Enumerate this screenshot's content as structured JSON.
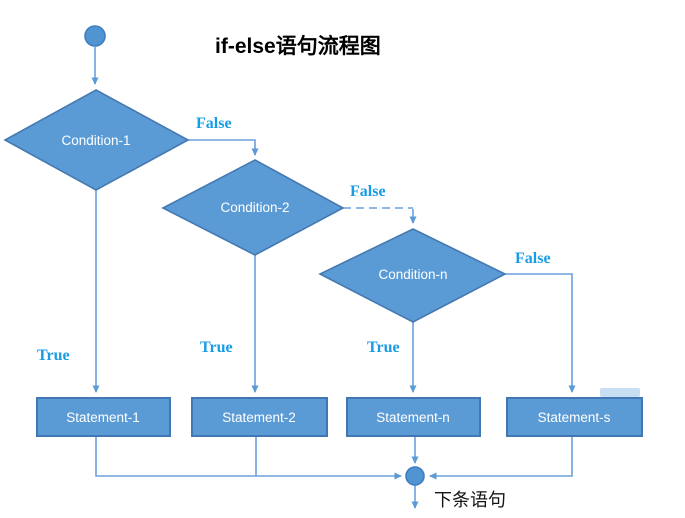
{
  "title": "if-else语句流程图",
  "colors": {
    "shape_fill": "#5b9bd5",
    "shape_border": "#4479b2",
    "connector": "#6aa2dc",
    "branch_label": "#189ce5",
    "shape_text": "#ffffff",
    "title_text": "#000000"
  },
  "nodes": {
    "conditions": [
      {
        "label": "Condition-1"
      },
      {
        "label": "Condition-2"
      },
      {
        "label": "Condition-n"
      }
    ],
    "statements": [
      {
        "label": "Statement-1"
      },
      {
        "label": "Statement-2"
      },
      {
        "label": "Statement-n"
      },
      {
        "label": "Statement-s"
      }
    ],
    "end_label": "下条语句"
  },
  "edges": {
    "false_labels": [
      "False",
      "False",
      "False"
    ],
    "true_labels": [
      "True",
      "True",
      "True"
    ]
  }
}
